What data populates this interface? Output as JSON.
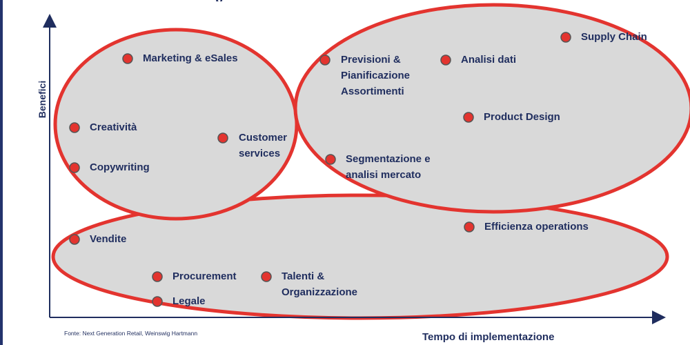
{
  "axes": {
    "y_label": "Benefici",
    "x_label": "Tempo di implementazione"
  },
  "source": "Fonte: Next Generation Retail, Weinswig Hartmann",
  "colors": {
    "cluster_fill": "#d9d9d9",
    "cluster_stroke": "#e3342f",
    "dot_fill": "#e3342f",
    "dot_stroke": "#555555",
    "text": "#1f2d5e"
  },
  "items": [
    {
      "lines": [
        "Marketing & eSales"
      ]
    },
    {
      "lines": [
        "Creatività"
      ]
    },
    {
      "lines": [
        "Copywriting"
      ]
    },
    {
      "lines": [
        "Customer",
        "services"
      ]
    },
    {
      "lines": [
        "Previsioni &",
        "Pianificazione",
        "Assortimenti"
      ]
    },
    {
      "lines": [
        "Analisi dati"
      ]
    },
    {
      "lines": [
        "Supply Chain"
      ]
    },
    {
      "lines": [
        "Product Design"
      ]
    },
    {
      "lines": [
        "Segmentazione e",
        "analisi mercato"
      ]
    },
    {
      "lines": [
        "Efficienza operations"
      ]
    },
    {
      "lines": [
        "Vendite"
      ]
    },
    {
      "lines": [
        "Procurement"
      ]
    },
    {
      "lines": [
        "Talenti &",
        "Organizzazione"
      ]
    },
    {
      "lines": [
        "Legale"
      ]
    }
  ]
}
